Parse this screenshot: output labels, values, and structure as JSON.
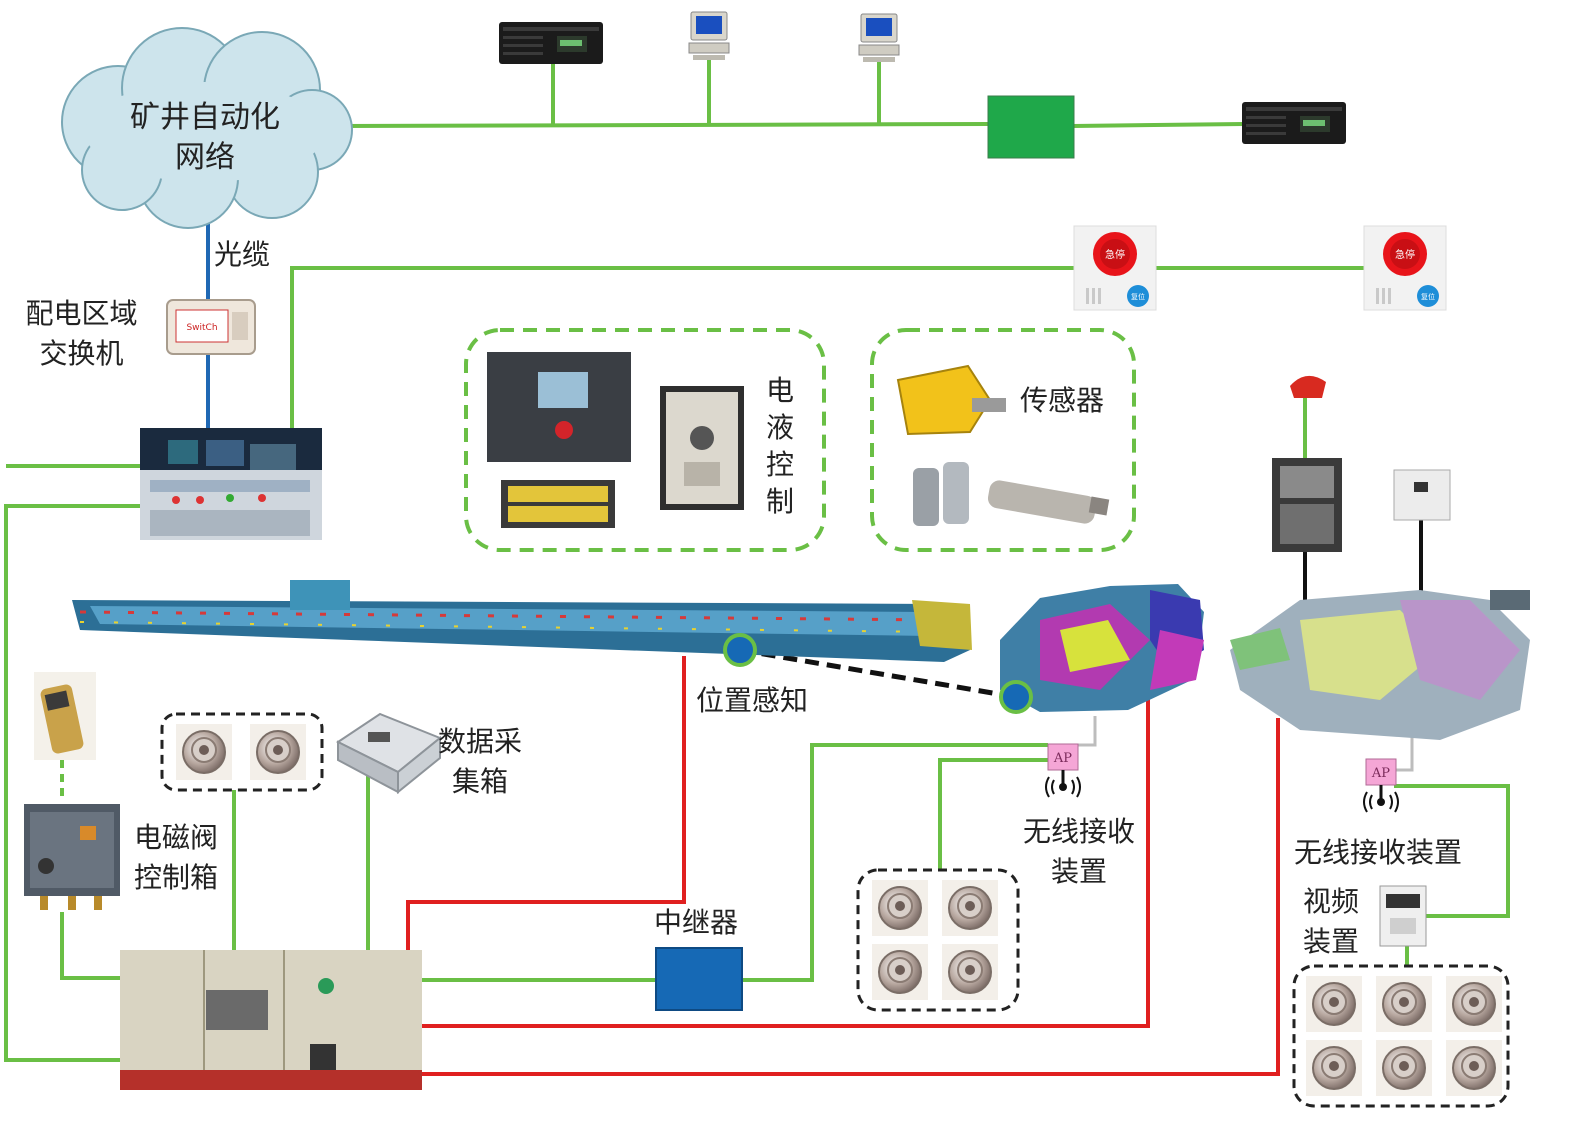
{
  "labels": {
    "cloud": "矿井自动化网络",
    "fiber": "光缆",
    "switch": "配电区域交换机",
    "ehc": "电液控制",
    "sensor": "传感器",
    "position": "位置感知",
    "daq": "数据采集箱",
    "solenoid": "电磁阀控制箱",
    "repeater": "中继器",
    "wireless1": "无线接收装置",
    "wireless2": "无线接收装置",
    "video": "视频装置",
    "ap": "AP",
    "estop": "急停",
    "reset": "复位"
  },
  "colors": {
    "network_line": "#6abf45",
    "fiber_line": "#1f68b4",
    "power_line": "#e02020",
    "switch_green": "#1fa84a",
    "repeater_blue": "#1669b5",
    "ap_pink": "#f5a6d6",
    "estop_red": "#e8141a"
  }
}
